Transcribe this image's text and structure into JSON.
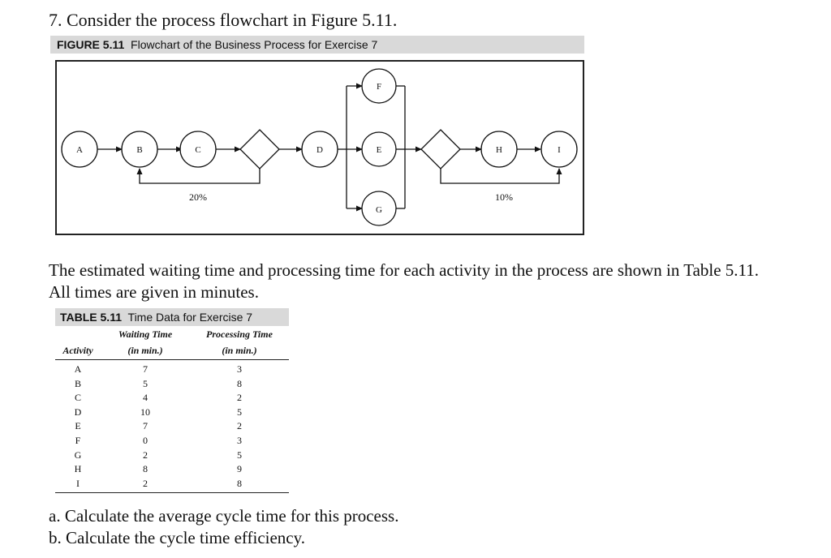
{
  "question": "7. Consider the process flowchart in Figure 5.11.",
  "figure": {
    "caption_label": "FIGURE 5.11",
    "caption_text": "Flowchart of the Business Process for Exercise 7",
    "nodes": [
      "A",
      "B",
      "C",
      "D",
      "E",
      "F",
      "G",
      "H",
      "I"
    ],
    "loop1_label": "20%",
    "loop2_label": "10%"
  },
  "intro_text": "The estimated waiting time and processing time for each activity in the process are shown in Table 5.11. All times are given in minutes.",
  "table": {
    "caption_label": "TABLE 5.11",
    "caption_text": "Time Data for Exercise 7",
    "headers": {
      "activity": "Activity",
      "waiting_line1": "Waiting Time",
      "waiting_line2": "(in min.)",
      "processing_line1": "Processing Time",
      "processing_line2": "(in min.)"
    },
    "rows": [
      {
        "activity": "A",
        "waiting": "7",
        "processing": "3"
      },
      {
        "activity": "B",
        "waiting": "5",
        "processing": "8"
      },
      {
        "activity": "C",
        "waiting": "4",
        "processing": "2"
      },
      {
        "activity": "D",
        "waiting": "10",
        "processing": "5"
      },
      {
        "activity": "E",
        "waiting": "7",
        "processing": "2"
      },
      {
        "activity": "F",
        "waiting": "0",
        "processing": "3"
      },
      {
        "activity": "G",
        "waiting": "2",
        "processing": "5"
      },
      {
        "activity": "H",
        "waiting": "8",
        "processing": "9"
      },
      {
        "activity": "I",
        "waiting": "2",
        "processing": "8"
      }
    ]
  },
  "part_a": "a. Calculate the average cycle time for this process.",
  "part_b": "b. Calculate the cycle time efficiency."
}
